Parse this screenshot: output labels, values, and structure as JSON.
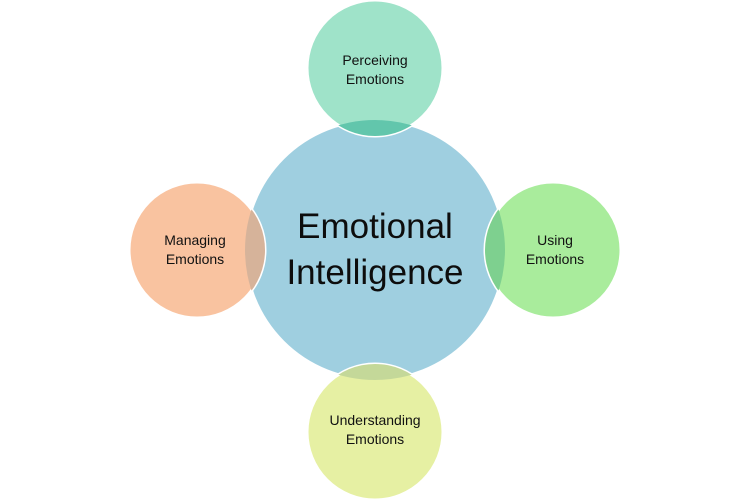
{
  "diagram": {
    "center": {
      "line1": "Emotional",
      "line2": "Intelligence",
      "color": "#9fcfe0"
    },
    "nodes": {
      "top": {
        "line1": "Perceiving",
        "line2": "Emotions",
        "color": "#9fe3c9"
      },
      "right": {
        "line1": "Using",
        "line2": "Emotions",
        "color": "#a9ec9c"
      },
      "bottom": {
        "line1": "Understanding",
        "line2": "Emotions",
        "color": "#e6f0a3"
      },
      "left": {
        "line1": "Managing",
        "line2": "Emotions",
        "color": "#f9c3a0"
      }
    },
    "overlap_colors": {
      "top": "#62c6ac",
      "right": "#7ed08f",
      "bottom": "#c4d899",
      "left": "#d6b39a"
    },
    "stroke_color": "#ffffff"
  }
}
